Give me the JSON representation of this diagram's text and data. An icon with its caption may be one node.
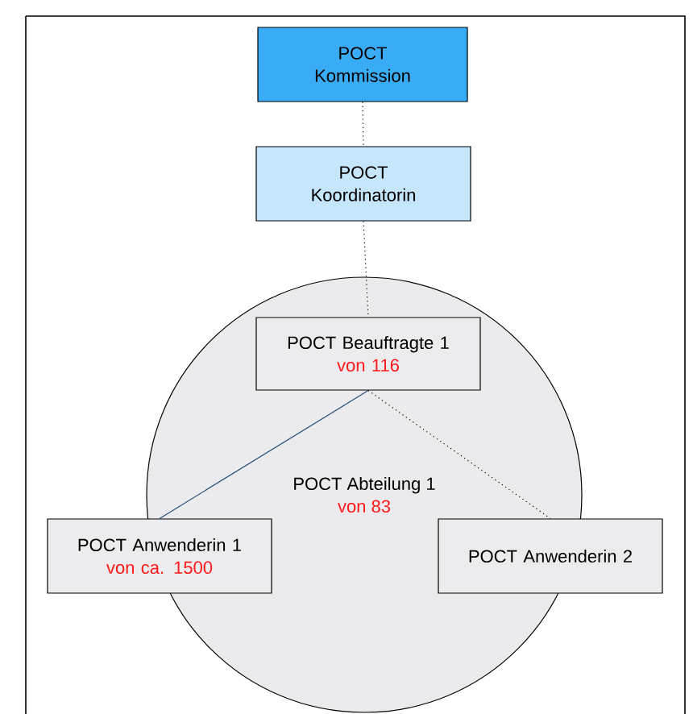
{
  "diagram": {
    "nodes": [
      {
        "text": [
          "POCT Kommission"
        ]
      },
      {
        "text": [
          "POCT Koordinatorin"
        ]
      },
      {
        "text": [
          "POCT Abteilung 1",
          "von 83"
        ]
      },
      {
        "text": [
          "POCT Beauftragte 1",
          "von 116"
        ],
        "in": 2
      },
      {
        "text": [
          "POCT Anwenderin 1",
          "von ca. 1500"
        ]
      },
      {
        "text": [
          "POCT Anwenderin 2"
        ]
      }
    ],
    "edges": [
      {
        "from": 0,
        "to": 1,
        "arrow": "none",
        "style": "dashed"
      },
      {
        "from": 1,
        "to": 3,
        "arrow": "none",
        "style": "dashed"
      },
      {
        "from": 3,
        "to": 4,
        "arrow": "none",
        "color": "#1f4e79"
      },
      {
        "from": 3,
        "to": 5,
        "arrow": "none",
        "style": "dashed"
      }
    ]
  }
}
